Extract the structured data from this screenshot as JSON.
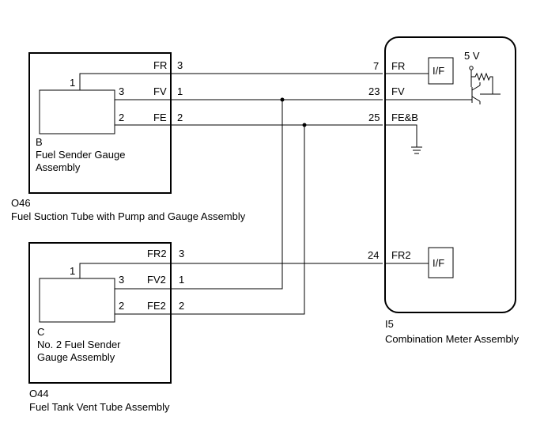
{
  "connectors": {
    "o46": {
      "id": "O46",
      "name": "Fuel Suction Tube with Pump and Gauge Assembly",
      "sender": {
        "letter": "B",
        "name_line1": "Fuel Sender Gauge",
        "name_line2": "Assembly"
      },
      "inner_pins": [
        "1",
        "3",
        "2"
      ],
      "signals": [
        "FR",
        "FV",
        "FE"
      ],
      "outer_pins": [
        "3",
        "1",
        "2"
      ]
    },
    "o44": {
      "id": "O44",
      "name": "Fuel Tank Vent Tube Assembly",
      "sender": {
        "letter": "C",
        "name_line1": "No. 2 Fuel Sender",
        "name_line2": "Gauge Assembly"
      },
      "inner_pins": [
        "1",
        "3",
        "2"
      ],
      "signals": [
        "FR2",
        "FV2",
        "FE2"
      ],
      "outer_pins": [
        "3",
        "1",
        "2"
      ]
    },
    "i5": {
      "id": "I5",
      "name": "Combination Meter Assembly",
      "pins": [
        "7",
        "23",
        "25",
        "24"
      ],
      "signals": [
        "FR",
        "FV",
        "FE&B",
        "FR2"
      ],
      "interface_label": "I/F",
      "supply_label": "5 V"
    }
  }
}
